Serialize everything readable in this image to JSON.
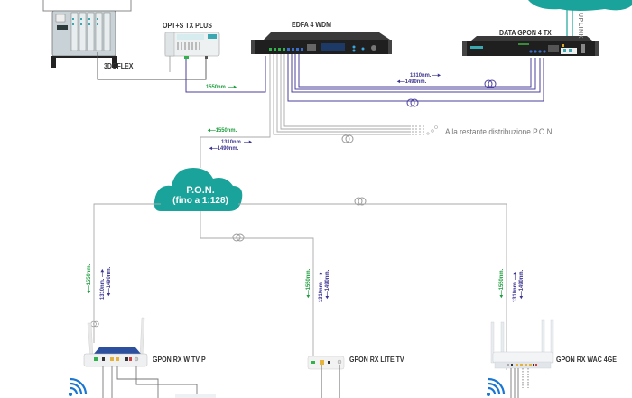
{
  "devices": {
    "headend": {
      "label": "3DGFLEX"
    },
    "opt_tx": {
      "label": "OPT+S TX PLUS"
    },
    "edfa": {
      "label": "EDFA 4 WDM"
    },
    "olt": {
      "label": "DATA GPON 4 TX"
    },
    "onu_left": {
      "label": "GPON RX W TV P"
    },
    "onu_mid": {
      "label": "GPON RX LITE TV"
    },
    "onu_right": {
      "label": "GPON RX WAC 4GE"
    }
  },
  "cloud": {
    "line1": "P.O.N.",
    "line2": "(fino a 1:128)"
  },
  "uplink": {
    "label": "UPLINK"
  },
  "note": {
    "label": "Alla restante distribuzione P.O.N."
  },
  "wavelengths": {
    "w1550": "1550nm.",
    "w1310": "1310nm.",
    "w1490": "1490nm."
  },
  "arrows": {
    "right": "—▸",
    "left": "◂—"
  },
  "colors": {
    "cloud": "#1aa39a",
    "fiber_purple": "#4b3f9e",
    "fiber_gray": "#9a9a9a",
    "green": "#1e9e3e",
    "wifi": "#1976d2"
  }
}
